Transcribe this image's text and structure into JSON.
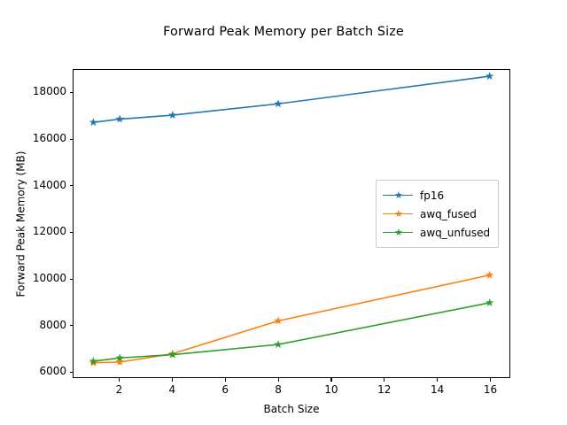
{
  "chart_data": {
    "type": "line",
    "title": "Forward Peak Memory per Batch Size",
    "xlabel": "Batch Size",
    "ylabel": "Forward Peak Memory (MB)",
    "x": [
      1,
      2,
      4,
      8,
      16
    ],
    "xlim": [
      0.25,
      16.75
    ],
    "ylim": [
      5750,
      19000
    ],
    "xticks": [
      2,
      4,
      6,
      8,
      10,
      12,
      14,
      16
    ],
    "xtick_labels": [
      "2",
      "4",
      "6",
      "8",
      "10",
      "12",
      "14",
      "16"
    ],
    "yticks": [
      6000,
      8000,
      10000,
      12000,
      14000,
      16000,
      18000
    ],
    "ytick_labels": [
      "6000",
      "8000",
      "10000",
      "12000",
      "14000",
      "16000",
      "18000"
    ],
    "grid": false,
    "legend_position": "center right",
    "marker": "star",
    "series": [
      {
        "name": "fp16",
        "color": "#1f77b4",
        "values": [
          16740,
          16880,
          17050,
          17540,
          18730
        ]
      },
      {
        "name": "awq_fused",
        "color": "#ff7f0e",
        "values": [
          6370,
          6400,
          6760,
          8180,
          10150
        ]
      },
      {
        "name": "awq_unfused",
        "color": "#2ca02c",
        "values": [
          6440,
          6580,
          6720,
          7160,
          8960
        ]
      }
    ]
  },
  "legend": {
    "items": [
      {
        "label": "fp16"
      },
      {
        "label": "awq_fused"
      },
      {
        "label": "awq_unfused"
      }
    ]
  }
}
